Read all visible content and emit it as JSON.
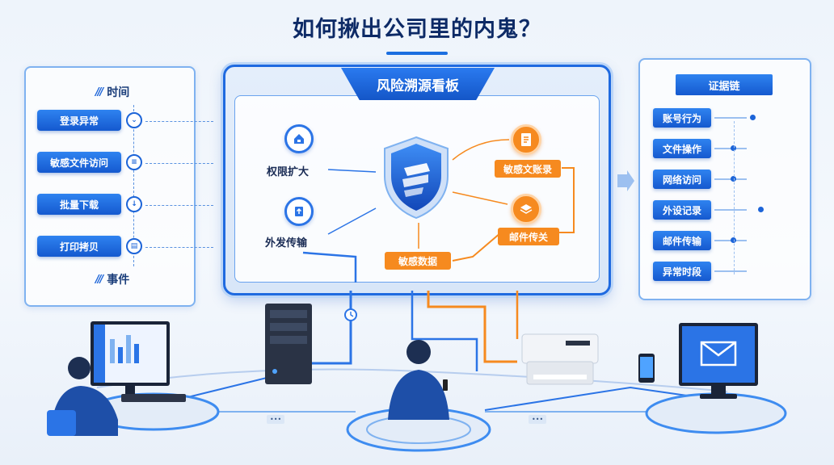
{
  "title": "如何揪出公司里的内鬼？",
  "left_panel": {
    "head_top": "时间",
    "head_bottom": "事件",
    "events": [
      {
        "label": "登录异常",
        "icon": "chevron-down-icon"
      },
      {
        "label": "敏感文件访问",
        "icon": "layers-icon"
      },
      {
        "label": "批量下载",
        "icon": "download-icon"
      },
      {
        "label": "打印拷贝",
        "icon": "printer-icon"
      }
    ]
  },
  "dashboard": {
    "title": "风险溯源看板",
    "nodes": {
      "privilege": "权限扩大",
      "outbound": "外发传输",
      "sensitive_file": "敏感文账录",
      "email": "邮件传关",
      "sensitive_data": "敏感数据"
    }
  },
  "right_panel": {
    "title": "证据链",
    "items": [
      "账号行为",
      "文件操作",
      "网络访问",
      "外设记录",
      "邮件传输",
      "异常时段"
    ]
  },
  "colors": {
    "primary_blue": "#1c64d8",
    "accent_orange": "#f68a1f",
    "title_navy": "#0d2a66"
  }
}
